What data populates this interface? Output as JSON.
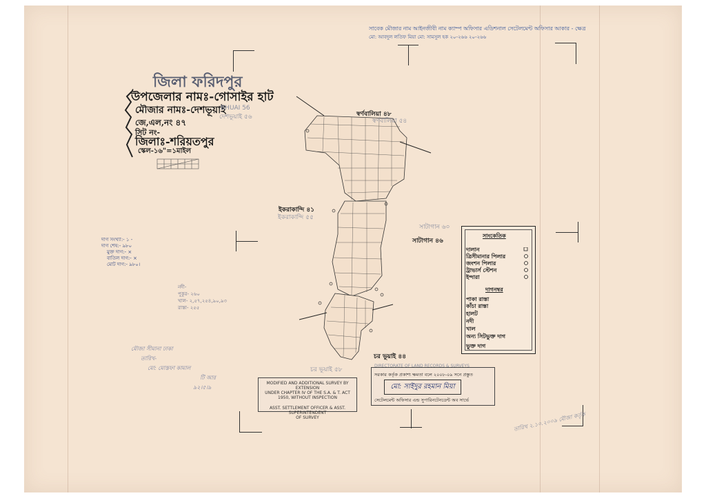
{
  "header": {
    "line1": "সাবেক মৌজার নাম  আইনজীবী নাম  ক্যাম্প অফিসার  এডিশনাল সেটেলমেন্ট অফিসার  আকার - ক্ষেত্র",
    "line2": "মো: আবদুল লতিফ মিয়া   মো: সামসুল হক   ২০-২৬৬  ২০-২৬৬"
  },
  "title_block": {
    "district_top": "জিলা ফরিদপুর",
    "upazila": "উপজেলার নামঃ-গোসাইর হাট",
    "mouza": "মৌজার নামঃ-দেশভূয়াই",
    "jl_no": "জে,এল,নং ৪৭",
    "sheet_no": "সিট নং-",
    "district": "জিলাঃ-শরিয়তপুর",
    "scale": "স্কেল-১৬\"=১মাইল",
    "faint_1": "BHUAI 56",
    "faint_2": "দেশভূয়াই ৫৬"
  },
  "neighbors": {
    "north": "স্বর্ণবালিয়া ৪৮",
    "north_alt": "স্বর্ণবালিয়া ৫৪",
    "west": "ইকরাকান্দি ৪১",
    "west_alt": "ইকরাকান্দি ৫৫",
    "east": "সাটাগান ৪৬",
    "east_alt": "সাটাগান ৬০",
    "south": "চর ভূয়াই ৪৪",
    "south_alt": "চর ভূয়াই ৫৮"
  },
  "left_stats": [
    "দাগ সংখ্যা:- ১ -",
    "দাগ শেষ:- ৯৮০",
    "মুক্ত দাগ:- ×",
    "বাতিল দাগ:- ×",
    "মোট দাগ:- ৯৮০।"
  ],
  "mid_notes": [
    "নদী-",
    "পুকুর- ২৬০",
    "খাল- ২,৫৭,২৫৪,৯০,৯৩",
    "রাস্তা- ২৫৫"
  ],
  "handwriting": [
    "মৌজা সীমানা ঢাকা",
    "তারিখ-",
    "মো: মোস্তফা কামাল",
    "টি আর",
    "৯২।৫।৯"
  ],
  "legend": {
    "title": "সাংকেতিক",
    "items": [
      "দালান",
      "ত্রিসীমানার পিলার",
      "জংশন পিলার",
      "ট্রাভার্স স্টেশন",
      "ইন্দারা",
      "দাগনম্বর",
      "পাকা রাস্তা",
      "কাঁচা রাস্তা",
      "হালট",
      "নদী",
      "খাল",
      "অন্য সিটভুক্ত দাগ",
      "ভুক্ত দাগ"
    ]
  },
  "stamp_left": {
    "lines": [
      "MODIFIED AND ADDITIONAL SURVEY BY EXTENSION",
      "UNDER CHAPTER IV OF THE S.A. & T. ACT",
      "1950, WITHOUT INSPECTION",
      "ASST. SETTLEMENT OFFICER & ASST. SUPERINTENDENT",
      "OF SURVEY"
    ]
  },
  "stamp_right": {
    "top": "সরকার কর্তৃক প্রকাশ্য ক্ষমতা বলে ২০০৮-০৯ সনে প্রস্তুত",
    "sign": "মো: সাইদুর রহমান মিয়া",
    "bottom": "সেটেলমেন্ট অফিসার এন্ড সুপারিনটেনডেন্ট অব সার্ভে",
    "faint": "DIRECTORATE OF LAND RECORDS & SURVEYS"
  },
  "bottom_note": "তারিখ ২.১০.২০০৯ মৌজা কর্তৃক",
  "colors": {
    "paper": "#f5e4d2",
    "ink": "#222222",
    "blue_ink": "#3c5a9a"
  }
}
